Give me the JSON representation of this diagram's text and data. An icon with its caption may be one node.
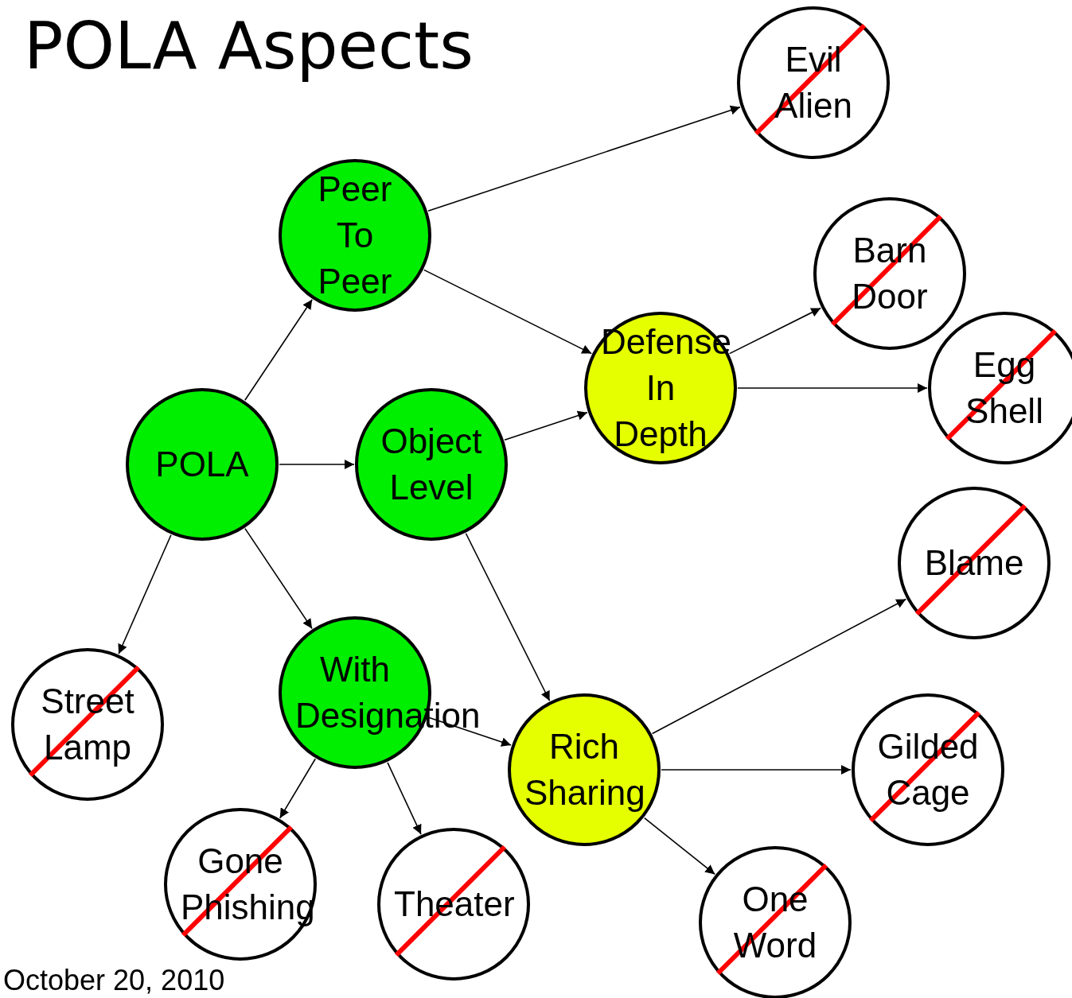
{
  "diagram": {
    "title": "POLA Aspects",
    "nodes": [
      {
        "text": [
          "POLA"
        ]
      },
      {
        "text": [
          "Peer To Peer"
        ]
      },
      {
        "text": [
          "Object Level"
        ]
      },
      {
        "text": [
          "With Designation"
        ]
      },
      {
        "text": [
          "Defense In Depth"
        ]
      },
      {
        "text": [
          "Rich Sharing"
        ]
      },
      {
        "text": [
          "Evil Alien"
        ]
      },
      {
        "text": [
          "Barn Door"
        ]
      },
      {
        "text": [
          "Egg Shell"
        ]
      },
      {
        "text": [
          "Blame"
        ]
      },
      {
        "text": [
          "Street Lamp"
        ]
      },
      {
        "text": [
          "Gone Phishing"
        ]
      },
      {
        "text": [
          "Theater"
        ]
      },
      {
        "text": [
          "Gilded Cage"
        ]
      },
      {
        "text": [
          "One Word"
        ]
      }
    ],
    "edges": [
      {
        "from": 0,
        "to": 1,
        "arrow": "to"
      },
      {
        "from": 0,
        "to": 2,
        "arrow": "to"
      },
      {
        "from": 0,
        "to": 3,
        "arrow": "to"
      },
      {
        "from": 0,
        "to": 10,
        "arrow": "to"
      },
      {
        "from": 1,
        "to": 6,
        "arrow": "to"
      },
      {
        "from": 1,
        "to": 4,
        "arrow": "to"
      },
      {
        "from": 2,
        "to": 4,
        "arrow": "to"
      },
      {
        "from": 2,
        "to": 5,
        "arrow": "to"
      },
      {
        "from": 3,
        "to": 5,
        "arrow": "to"
      },
      {
        "from": 3,
        "to": 11,
        "arrow": "to"
      },
      {
        "from": 3,
        "to": 12,
        "arrow": "to"
      },
      {
        "from": 4,
        "to": 7,
        "arrow": "to"
      },
      {
        "from": 4,
        "to": 8,
        "arrow": "to"
      },
      {
        "from": 5,
        "to": 9,
        "arrow": "to"
      },
      {
        "from": 5,
        "to": 13,
        "arrow": "to"
      },
      {
        "from": 5,
        "to": 14,
        "arrow": "to"
      }
    ],
    "labels": [
      "October 20, 2010"
    ]
  }
}
